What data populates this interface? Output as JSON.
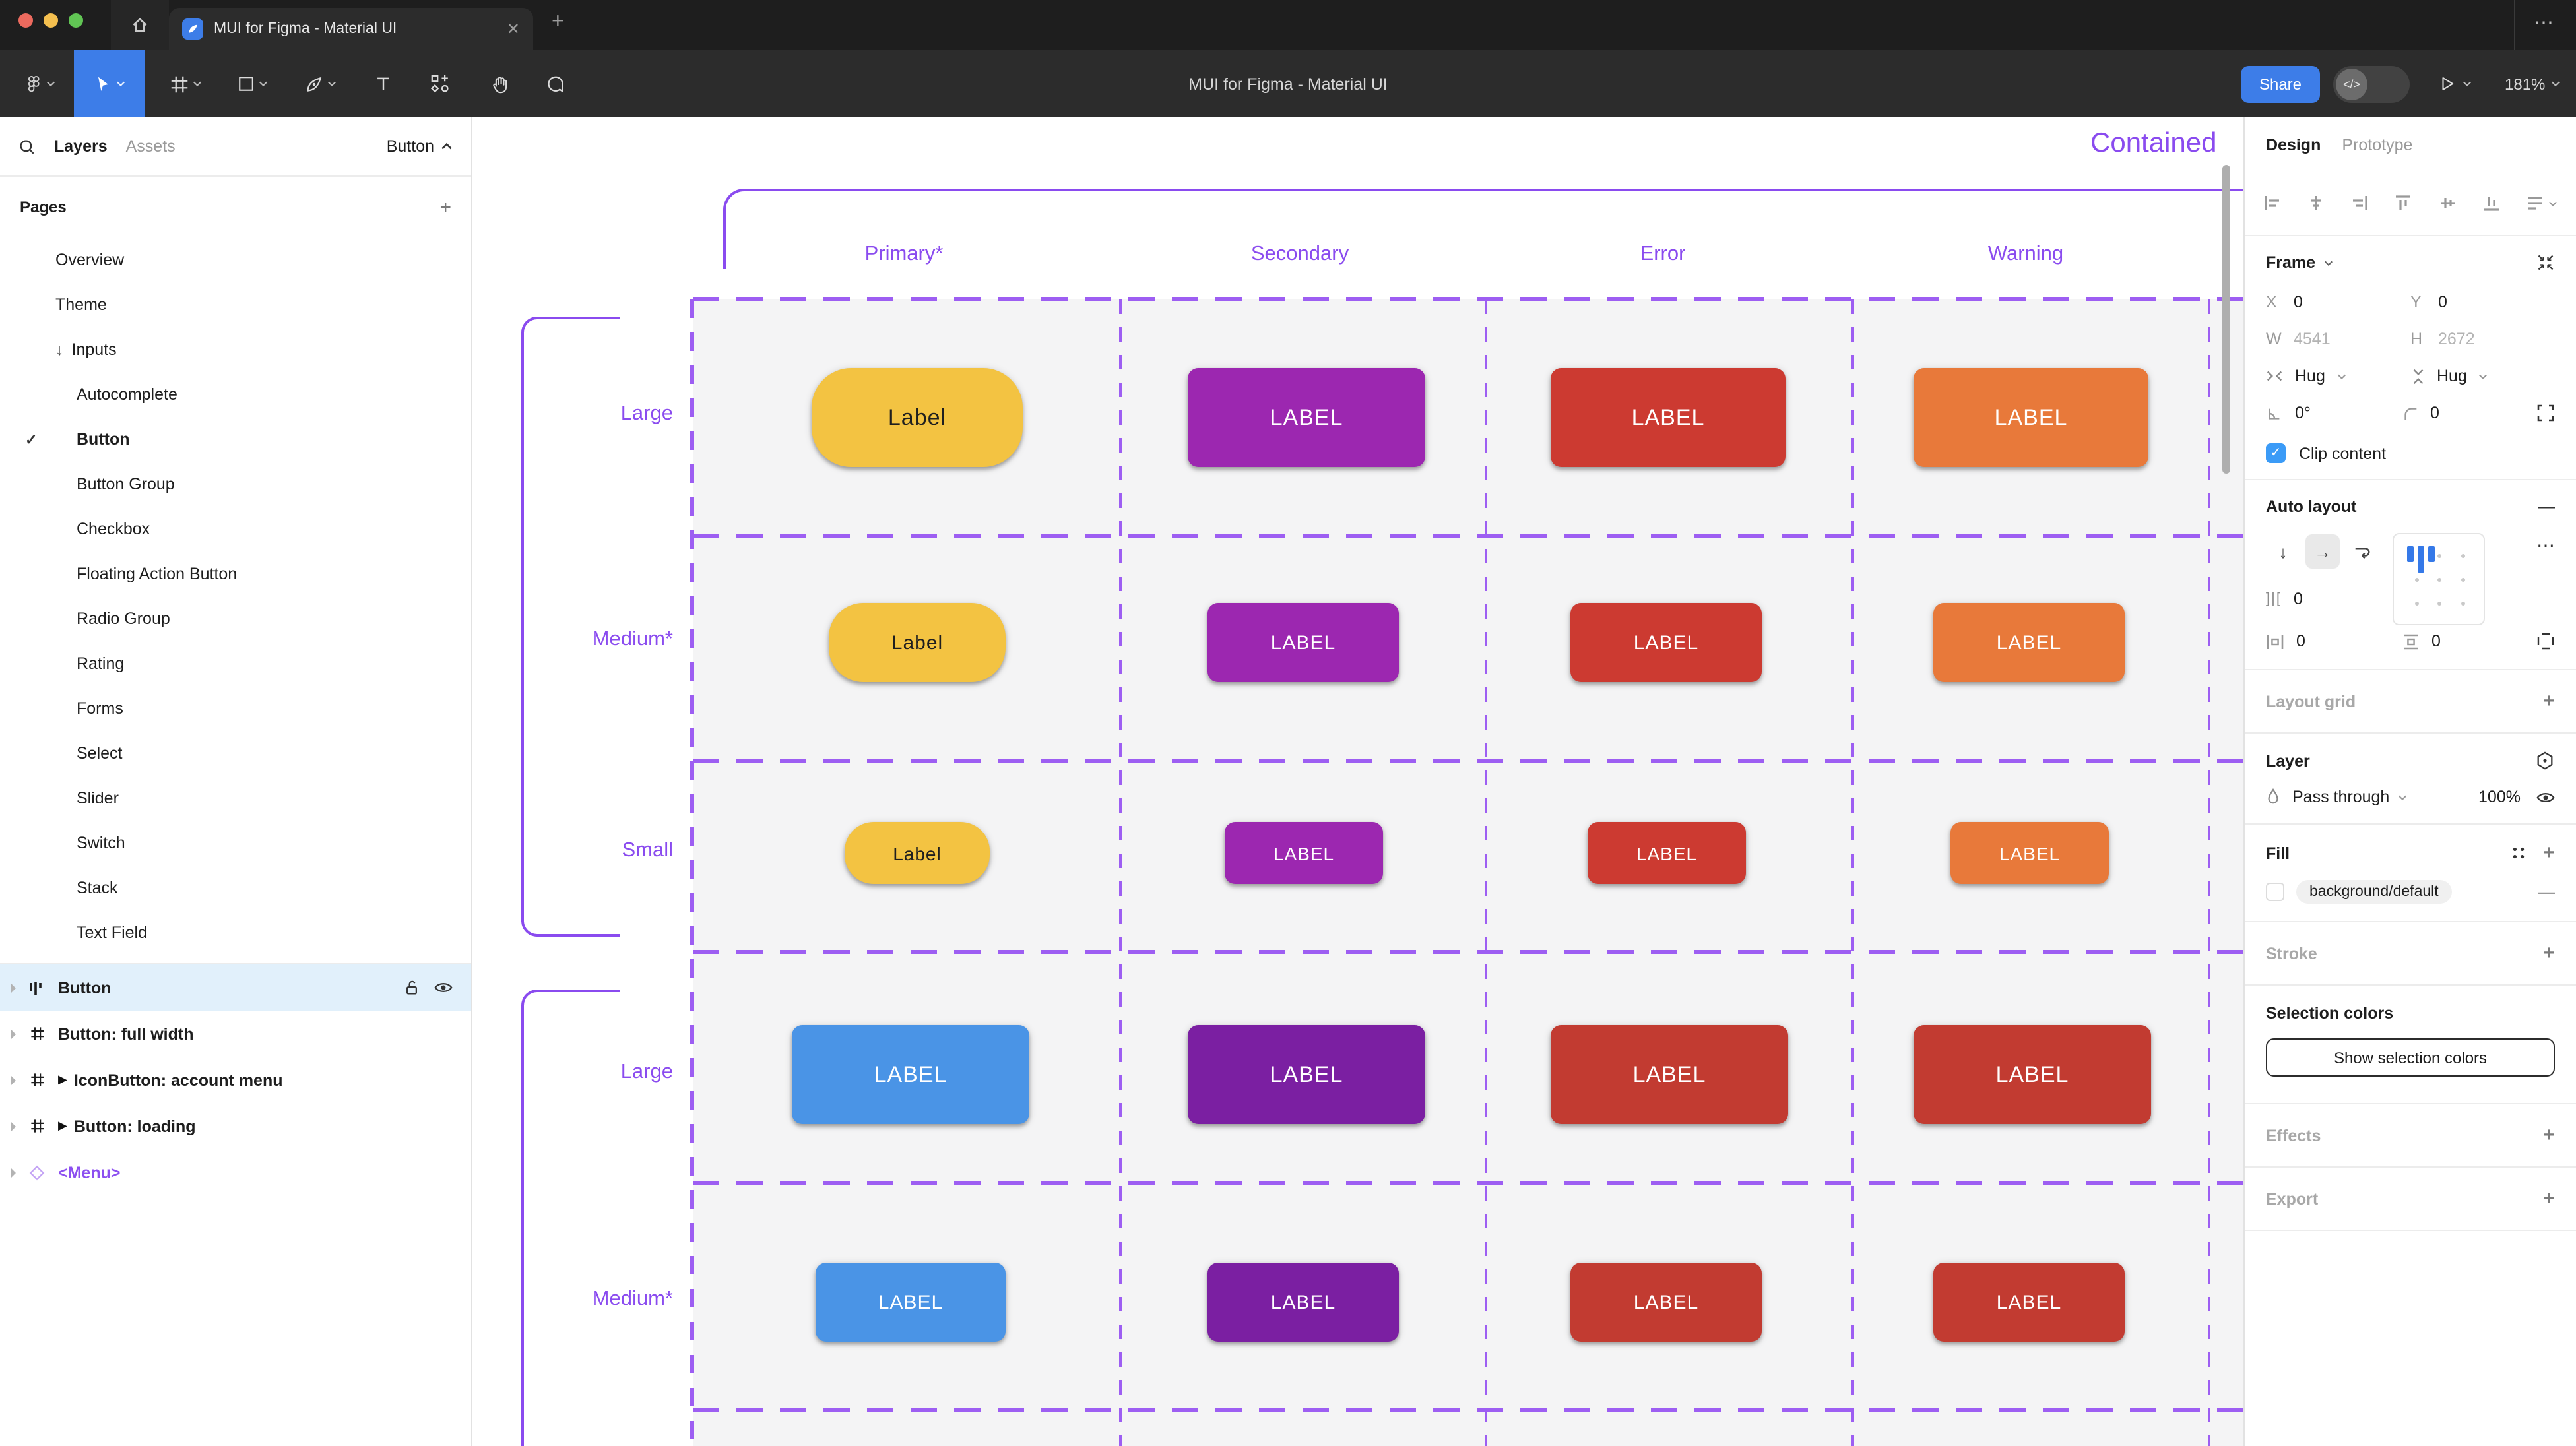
{
  "colors": {
    "accent_purple": "#8a4bef",
    "dashed_purple": "#9d5ef2",
    "brand_blue": "#3d7de8",
    "frame_fill": "#f4f4f5"
  },
  "icons": {
    "check": "✓",
    "arrow_down": "↓",
    "arrow_right": "→",
    "flow_play": "▶",
    "diamond": "◇",
    "plus": "+",
    "minus": "—",
    "more": "⋯",
    "close": "✕",
    "chev_up": "^",
    "gap": "]|[",
    "dev_mode": "</>"
  },
  "titlebar": {
    "tab_title": "MUI for Figma - Material UI"
  },
  "toolbar": {
    "doc_title": "MUI for Figma - Material UI",
    "share_label": "Share",
    "zoom_level": "181%"
  },
  "sidebar": {
    "tab_layers": "Layers",
    "tab_assets": "Assets",
    "page_selector": "Button",
    "pages_header": "Pages",
    "pages": [
      {
        "label": "Overview"
      },
      {
        "label": "Theme"
      },
      {
        "label": "Inputs"
      },
      {
        "label": "Autocomplete"
      },
      {
        "label": "Button"
      },
      {
        "label": "Button Group"
      },
      {
        "label": "Checkbox"
      },
      {
        "label": "Floating Action Button"
      },
      {
        "label": "Radio Group"
      },
      {
        "label": "Rating"
      },
      {
        "label": "Forms"
      },
      {
        "label": "Select"
      },
      {
        "label": "Slider"
      },
      {
        "label": "Switch"
      },
      {
        "label": "Stack"
      },
      {
        "label": "Text Field"
      }
    ],
    "layers": [
      {
        "name": "Button"
      },
      {
        "name": "Button: full width"
      },
      {
        "name": "IconButton: account menu"
      },
      {
        "name": "Button: loading"
      },
      {
        "name": "<Menu>"
      }
    ]
  },
  "canvas": {
    "frame_title": "Contained",
    "columns": [
      "Primary*",
      "Secondary",
      "Error",
      "Warning"
    ],
    "rows": [
      {
        "label": "Large",
        "buttons": [
          {
            "text": "Label",
            "bg": "#f3c342",
            "fg": "#1f1f1f"
          },
          {
            "text": "LABEL",
            "bg": "#9c27b0",
            "fg": "#ffffff"
          },
          {
            "text": "LABEL",
            "bg": "#cc3a31",
            "fg": "#ffffff"
          },
          {
            "text": "LABEL",
            "bg": "#e8793a",
            "fg": "#ffffff"
          }
        ]
      },
      {
        "label": "Medium*",
        "buttons": [
          {
            "text": "Label",
            "bg": "#f3c342",
            "fg": "#1f1f1f"
          },
          {
            "text": "LABEL",
            "bg": "#9c27b0",
            "fg": "#ffffff"
          },
          {
            "text": "LABEL",
            "bg": "#cc3a31",
            "fg": "#ffffff"
          },
          {
            "text": "LABEL",
            "bg": "#e8793a",
            "fg": "#ffffff"
          }
        ]
      },
      {
        "label": "Small",
        "buttons": [
          {
            "text": "Label",
            "bg": "#f3c342",
            "fg": "#1f1f1f"
          },
          {
            "text": "LABEL",
            "bg": "#9c27b0",
            "fg": "#ffffff"
          },
          {
            "text": "LABEL",
            "bg": "#cc3a31",
            "fg": "#ffffff"
          },
          {
            "text": "LABEL",
            "bg": "#e8793a",
            "fg": "#ffffff"
          }
        ]
      },
      {
        "label": "Large",
        "buttons": [
          {
            "text": "LABEL",
            "bg": "#4a94e6",
            "fg": "#ffffff"
          },
          {
            "text": "LABEL",
            "bg": "#7b1fa2",
            "fg": "#ffffff"
          },
          {
            "text": "LABEL",
            "bg": "#c23b31",
            "fg": "#ffffff"
          },
          {
            "text": "LABEL",
            "bg": "#c23b31",
            "fg": "#ffffff"
          }
        ]
      },
      {
        "label": "Medium*",
        "buttons": [
          {
            "text": "LABEL",
            "bg": "#4a94e6",
            "fg": "#ffffff"
          },
          {
            "text": "LABEL",
            "bg": "#7b1fa2",
            "fg": "#ffffff"
          },
          {
            "text": "LABEL",
            "bg": "#c23b31",
            "fg": "#ffffff"
          },
          {
            "text": "LABEL",
            "bg": "#c23b31",
            "fg": "#ffffff"
          }
        ]
      }
    ]
  },
  "panel": {
    "tab_design": "Design",
    "tab_prototype": "Prototype",
    "frame": {
      "title": "Frame",
      "x_label": "X",
      "x": "0",
      "y_label": "Y",
      "y": "0",
      "w_label": "W",
      "w": "4541",
      "h_label": "H",
      "h": "2672",
      "hug_h": "Hug",
      "hug_v": "Hug",
      "rotation": "0°",
      "radius": "0",
      "clip_label": "Clip content"
    },
    "auto_layout": {
      "title": "Auto layout",
      "gap": "0",
      "pad_h": "0",
      "pad_v": "0"
    },
    "layout_grid": {
      "title": "Layout grid"
    },
    "layer": {
      "title": "Layer",
      "blend": "Pass through",
      "opacity": "100%"
    },
    "fill": {
      "title": "Fill",
      "token": "background/default"
    },
    "stroke": {
      "title": "Stroke"
    },
    "selection_colors": {
      "title": "Selection colors",
      "button": "Show selection colors"
    },
    "effects": {
      "title": "Effects"
    },
    "export": {
      "title": "Export"
    }
  }
}
